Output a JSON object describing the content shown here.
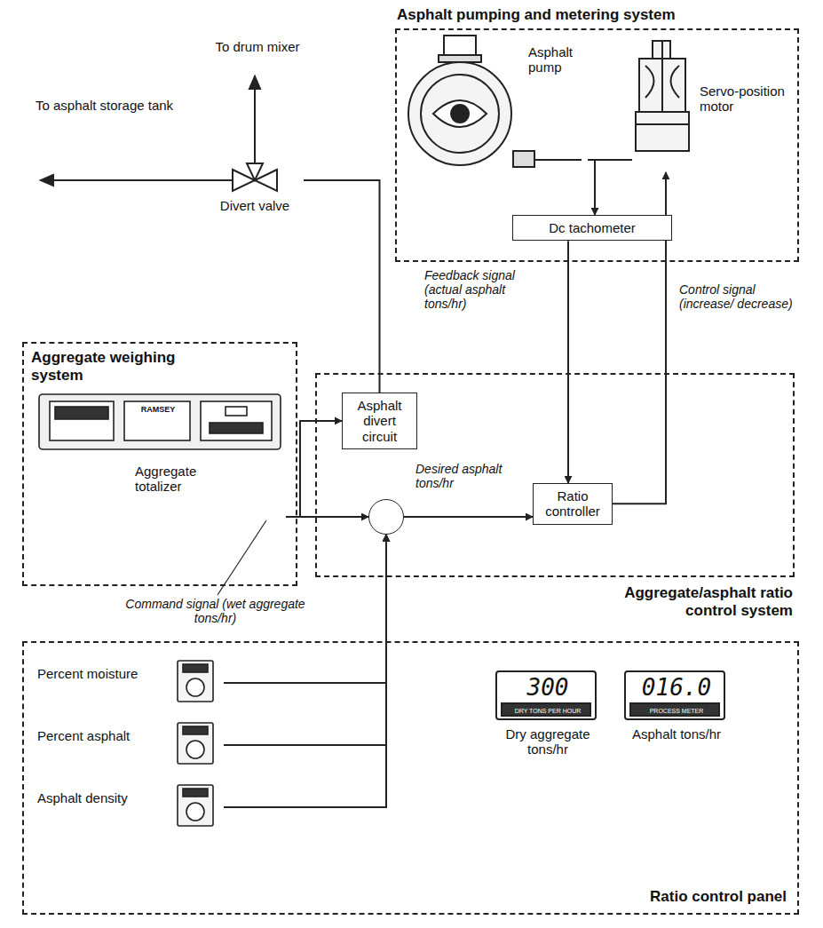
{
  "diagram": {
    "nodes": [
      {
        "text": [
          "Asphalt pumping and metering system"
        ]
      },
      {
        "text": [
          "Asphalt pump"
        ],
        "in": 0
      },
      {
        "text": [
          "Servo-position motor"
        ],
        "in": 0
      },
      {
        "text": [
          "Dc tachometer"
        ],
        "in": 0
      },
      {
        "text": [
          "Divert valve"
        ]
      },
      {
        "text": [
          "Aggregate weighing system"
        ]
      },
      {
        "text": [
          "Aggregate totalizer"
        ],
        "in": 5
      },
      {
        "text": [
          "Aggregate/asphalt ratio control system"
        ]
      },
      {
        "text": [
          "Asphalt divert circuit"
        ],
        "in": 7
      },
      {
        "text": [],
        "in": 7
      },
      {
        "text": [
          "Ratio controller"
        ],
        "in": 7
      },
      {
        "text": [
          "Ratio control panel"
        ]
      },
      {
        "text": [
          "Percent moisture"
        ],
        "in": 11
      },
      {
        "text": [
          "Percent asphalt"
        ],
        "in": 11
      },
      {
        "text": [
          "Asphalt density"
        ],
        "in": 11
      },
      {
        "text": [
          "300",
          "DRY TONS PER HOUR",
          "Dry aggregate tons/hr"
        ],
        "in": 11
      },
      {
        "text": [
          "016.0",
          "PROCESS METER",
          "Asphalt tons/hr"
        ],
        "in": 11
      }
    ],
    "edges": [
      {
        "from": 1,
        "to": 2,
        "arrow": "none"
      },
      {
        "from": 1,
        "to": 3,
        "arrow": "to"
      },
      {
        "from": 3,
        "to": 10,
        "label": "Feedback signal (actual asphalt tons/hr)",
        "arrow": "to"
      },
      {
        "from": 10,
        "to": 2,
        "label": "Control signal (increase/ decrease)",
        "arrow": "to"
      },
      {
        "from": 6,
        "to": 9,
        "label": "Command signal (wet aggregate tons/hr)",
        "arrow": "to"
      },
      {
        "from": 6,
        "to": 8,
        "arrow": "to"
      },
      {
        "from": 9,
        "to": 10,
        "label": "Desired asphalt tons/hr",
        "arrow": "to"
      },
      {
        "from": 8,
        "to": 4,
        "arrow": "none"
      },
      {
        "from": 12,
        "to": 9,
        "arrow": "to"
      },
      {
        "from": 13,
        "to": 9,
        "arrow": "to"
      },
      {
        "from": 14,
        "to": 9,
        "arrow": "to"
      }
    ],
    "labels": [
      "To drum mixer",
      "To asphalt storage tank",
      "RAMSEY"
    ]
  }
}
